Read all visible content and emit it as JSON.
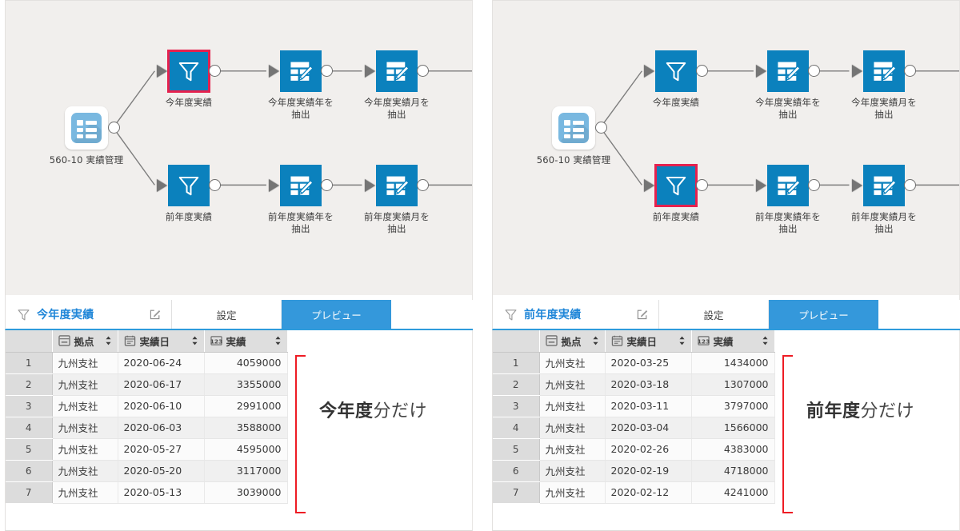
{
  "panels": [
    {
      "id": "left",
      "canvas": {
        "source_node": {
          "label": "560-10 実績管理",
          "icon": "dataset-list-icon"
        },
        "nodes": [
          {
            "label": "今年度実績",
            "icon": "filter-funnel-icon",
            "selected": true,
            "row": 0,
            "col": 0
          },
          {
            "label": "今年度実績年を\n抽出",
            "icon": "table-edit-icon",
            "selected": false,
            "row": 0,
            "col": 1
          },
          {
            "label": "今年度実績月を\n抽出",
            "icon": "table-edit-icon",
            "selected": false,
            "row": 0,
            "col": 2
          },
          {
            "label": "前年度実績",
            "icon": "filter-funnel-icon",
            "selected": false,
            "row": 1,
            "col": 0
          },
          {
            "label": "前年度実績年を\n抽出",
            "icon": "table-edit-icon",
            "selected": false,
            "row": 1,
            "col": 1
          },
          {
            "label": "前年度実績月を\n抽出",
            "icon": "table-edit-icon",
            "selected": false,
            "row": 1,
            "col": 2
          }
        ]
      },
      "tabbar": {
        "filter_icon": "filter-funnel-icon",
        "title": "今年度実績",
        "edit_icon": "edit-pencil-icon",
        "tabs": [
          {
            "label": "設定",
            "active": false
          },
          {
            "label": "プレビュー",
            "active": true
          }
        ]
      },
      "table": {
        "columns": [
          {
            "label": "",
            "type_icon": "",
            "sortable": false
          },
          {
            "label": "拠点",
            "type_icon": "text-type-icon",
            "sortable": true
          },
          {
            "label": "実績日",
            "type_icon": "date-type-icon",
            "sortable": true
          },
          {
            "label": "実績",
            "type_icon": "number-type-icon",
            "sortable": true
          }
        ],
        "rows": [
          [
            "1",
            "九州支社",
            "2020-06-24",
            "4059000"
          ],
          [
            "2",
            "九州支社",
            "2020-06-17",
            "3355000"
          ],
          [
            "3",
            "九州支社",
            "2020-06-10",
            "2991000"
          ],
          [
            "4",
            "九州支社",
            "2020-06-03",
            "3588000"
          ],
          [
            "5",
            "九州支社",
            "2020-05-27",
            "4595000"
          ],
          [
            "6",
            "九州支社",
            "2020-05-20",
            "3117000"
          ],
          [
            "7",
            "九州支社",
            "2020-05-13",
            "3039000"
          ]
        ]
      },
      "annotation": {
        "bold": "今年度",
        "rest": "分だけ",
        "bracket_color": "#ee1c24"
      }
    },
    {
      "id": "right",
      "canvas": {
        "source_node": {
          "label": "560-10 実績管理",
          "icon": "dataset-list-icon"
        },
        "nodes": [
          {
            "label": "今年度実績",
            "icon": "filter-funnel-icon",
            "selected": false,
            "row": 0,
            "col": 0
          },
          {
            "label": "今年度実績年を\n抽出",
            "icon": "table-edit-icon",
            "selected": false,
            "row": 0,
            "col": 1
          },
          {
            "label": "今年度実績月を\n抽出",
            "icon": "table-edit-icon",
            "selected": false,
            "row": 0,
            "col": 2
          },
          {
            "label": "前年度実績",
            "icon": "filter-funnel-icon",
            "selected": true,
            "row": 1,
            "col": 0
          },
          {
            "label": "前年度実績年を\n抽出",
            "icon": "table-edit-icon",
            "selected": false,
            "row": 1,
            "col": 1
          },
          {
            "label": "前年度実績月を\n抽出",
            "icon": "table-edit-icon",
            "selected": false,
            "row": 1,
            "col": 2
          }
        ]
      },
      "tabbar": {
        "filter_icon": "filter-funnel-icon",
        "title": "前年度実績",
        "edit_icon": "edit-pencil-icon",
        "tabs": [
          {
            "label": "設定",
            "active": false
          },
          {
            "label": "プレビュー",
            "active": true
          }
        ]
      },
      "table": {
        "columns": [
          {
            "label": "",
            "type_icon": "",
            "sortable": false
          },
          {
            "label": "拠点",
            "type_icon": "text-type-icon",
            "sortable": true
          },
          {
            "label": "実績日",
            "type_icon": "date-type-icon",
            "sortable": true
          },
          {
            "label": "実績",
            "type_icon": "number-type-icon",
            "sortable": true
          }
        ],
        "rows": [
          [
            "1",
            "九州支社",
            "2020-03-25",
            "1434000"
          ],
          [
            "2",
            "九州支社",
            "2020-03-18",
            "1307000"
          ],
          [
            "3",
            "九州支社",
            "2020-03-11",
            "3797000"
          ],
          [
            "4",
            "九州支社",
            "2020-03-04",
            "1566000"
          ],
          [
            "5",
            "九州支社",
            "2020-02-26",
            "4383000"
          ],
          [
            "6",
            "九州支社",
            "2020-02-19",
            "4718000"
          ],
          [
            "7",
            "九州支社",
            "2020-02-12",
            "4241000"
          ]
        ]
      },
      "annotation": {
        "bold": "前年度",
        "rest": "分だけ",
        "bracket_color": "#ee1c24"
      }
    }
  ],
  "colors": {
    "node_blue": "#0b81bd",
    "selection_red": "#e5214e",
    "tab_active_blue": "#3498db",
    "title_blue": "#1f86d8",
    "canvas_bg": "#f1efed",
    "annotation_red": "#ee1c24"
  }
}
